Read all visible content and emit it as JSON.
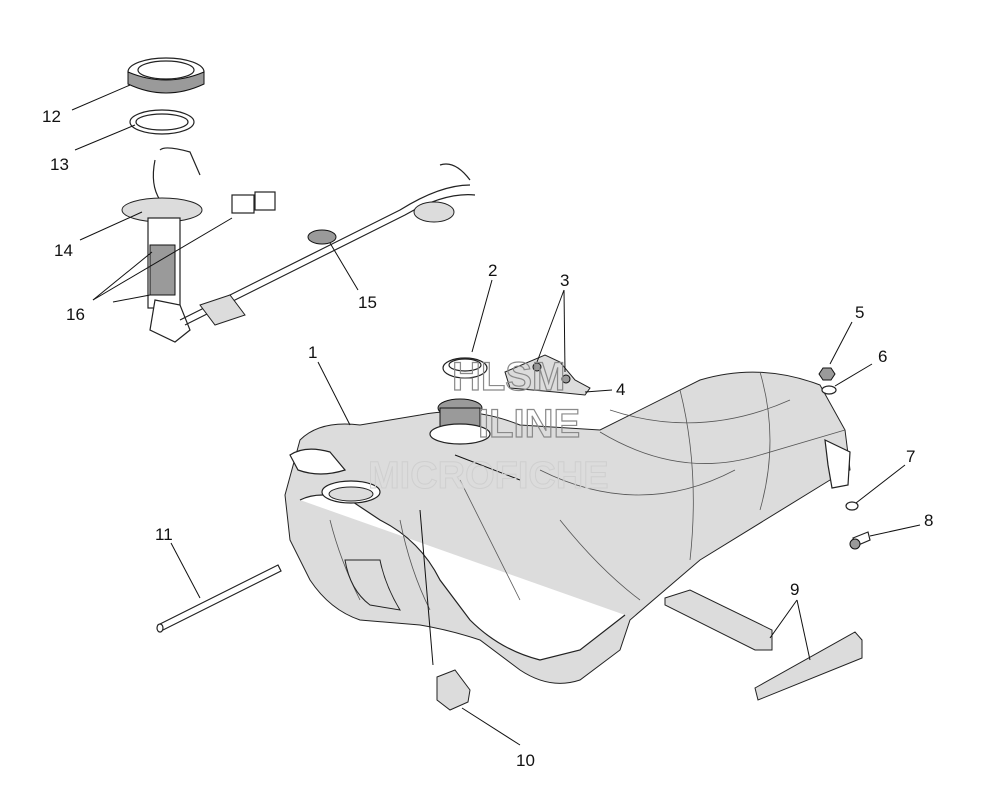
{
  "diagram": {
    "callouts": [
      "1",
      "2",
      "3",
      "4",
      "5",
      "6",
      "7",
      "8",
      "9",
      "10",
      "11",
      "12",
      "13",
      "14",
      "15",
      "16"
    ],
    "watermark": {
      "line1": "HLSM",
      "line2": "ILINE",
      "line3": "MICROFICHE"
    }
  }
}
